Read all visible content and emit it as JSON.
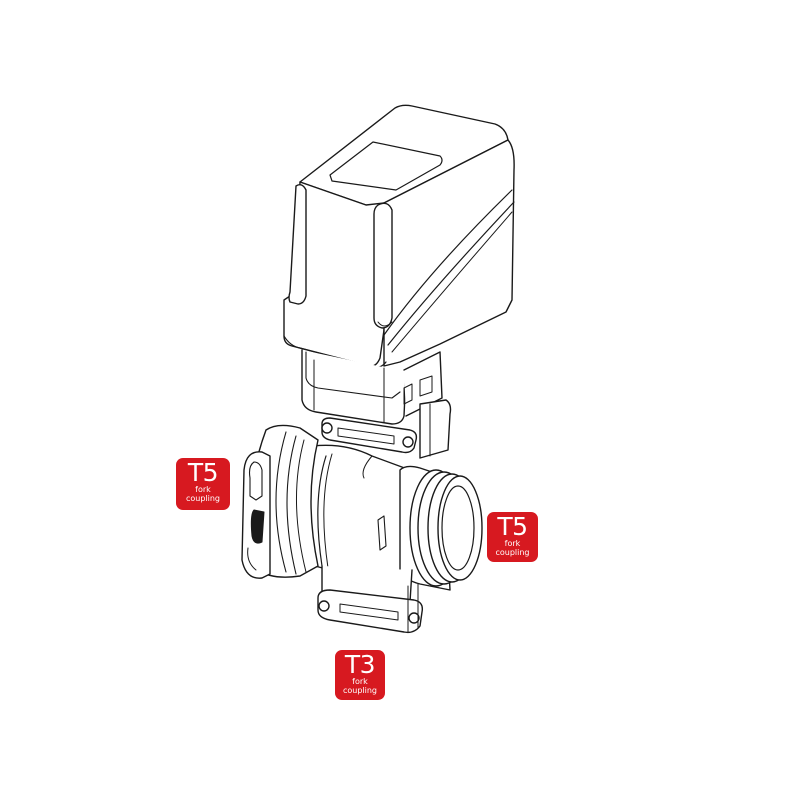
{
  "diagram": {
    "subject": "motorized 3-way ball valve with actuator",
    "line_color": "#1a1a1a",
    "badge_color": "#d71920"
  },
  "badges": [
    {
      "code": "T5",
      "line1": "fork",
      "line2": "coupling",
      "position": "left"
    },
    {
      "code": "T5",
      "line1": "fork",
      "line2": "coupling",
      "position": "right"
    },
    {
      "code": "T3",
      "line1": "fork",
      "line2": "coupling",
      "position": "bottom"
    }
  ]
}
